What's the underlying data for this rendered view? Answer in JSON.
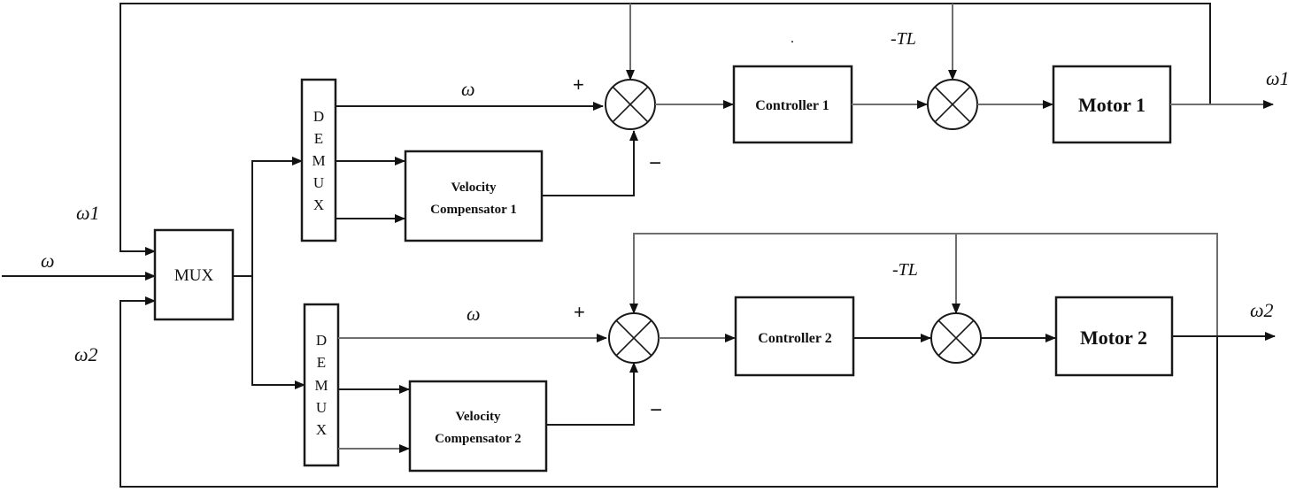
{
  "diagram": {
    "title": "",
    "input_label": "ω",
    "feedback_labels": {
      "w1": "ω1",
      "w2": "ω2"
    },
    "mux": {
      "label": "MUX"
    },
    "demux_1": {
      "letters": [
        "D",
        "E",
        "M",
        "U",
        "X"
      ]
    },
    "demux_2": {
      "letters": [
        "D",
        "E",
        "M",
        "U",
        "X"
      ]
    },
    "branch_1": {
      "ref_label": "ω",
      "plus_sign": "+",
      "minus_sign": "−",
      "compensator": {
        "line1": "Velocity",
        "line2": "Compensator 1"
      },
      "controller": "Controller 1",
      "disturbance": "-TL",
      "motor": "Motor 1",
      "output_label": "ω1",
      "dot_mark": "."
    },
    "branch_2": {
      "ref_label": "ω",
      "plus_sign": "+",
      "minus_sign": "−",
      "compensator": {
        "line1": "Velocity",
        "line2": "Compensator 2"
      },
      "controller": "Controller 2",
      "disturbance": "-TL",
      "motor": "Motor 2",
      "output_label": "ω2"
    }
  }
}
